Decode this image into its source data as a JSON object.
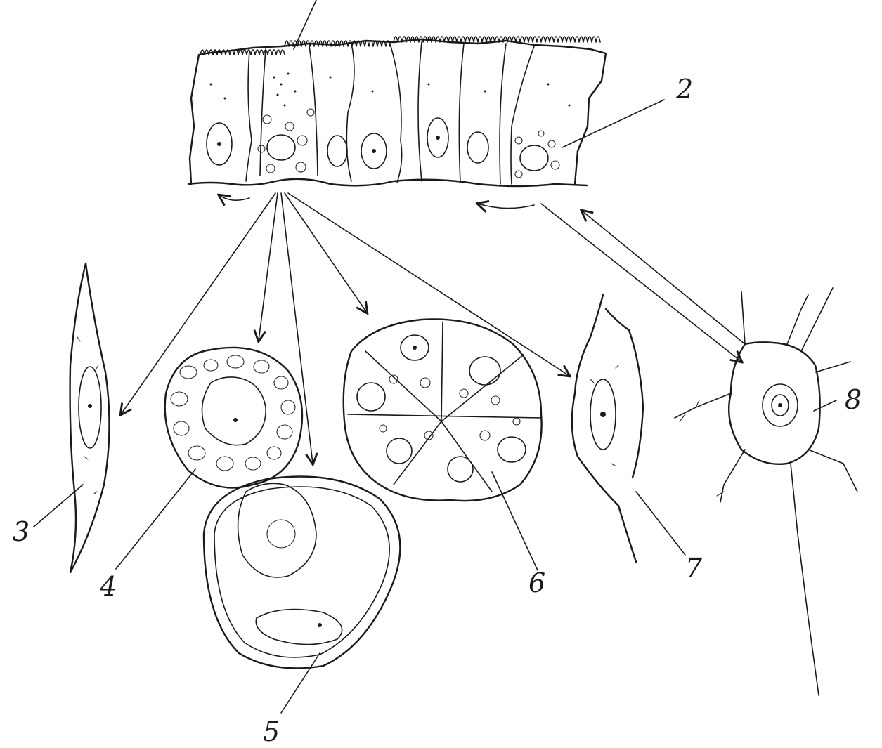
{
  "labels": {
    "l2": "2",
    "l3": "3",
    "l4": "4",
    "l5": "5",
    "l6": "6",
    "l7": "7",
    "l8": "8"
  }
}
